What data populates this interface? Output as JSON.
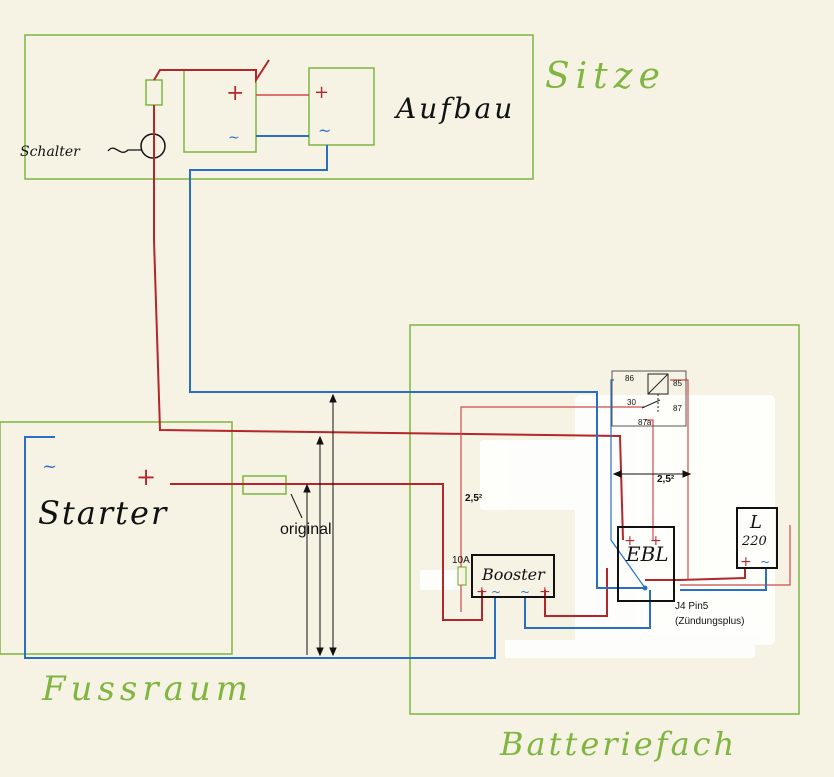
{
  "zones": {
    "sitze": "Sitze",
    "fussraum": "Fussraum",
    "batteriefach": "Batteriefach"
  },
  "components": {
    "aufbau": "Aufbau",
    "schalter": "Schalter",
    "starter": "Starter",
    "booster": "Booster",
    "ebl": "EBL",
    "lader": "L",
    "lader_sub": "220"
  },
  "relay": {
    "pin86": "86",
    "pin85": "85",
    "pin30": "30",
    "pin87": "87",
    "pin87a": "87a"
  },
  "labels": {
    "original": "original",
    "fuse_10a": "10A",
    "cross_section_left": "2,5²",
    "cross_section_right": "2,5²",
    "j4_pin5": "J4 Pin5",
    "zuendungsplus": "(Zündungsplus)"
  },
  "terminals": {
    "plus": "+",
    "minus": "~"
  },
  "colors": {
    "background": "#f6f3e5",
    "zone_border": "#7fb540",
    "positive_wire": "#b3262a",
    "negative_wire": "#2a6fc4",
    "relay_wire_red": "#d24a4a",
    "black": "#111111"
  }
}
